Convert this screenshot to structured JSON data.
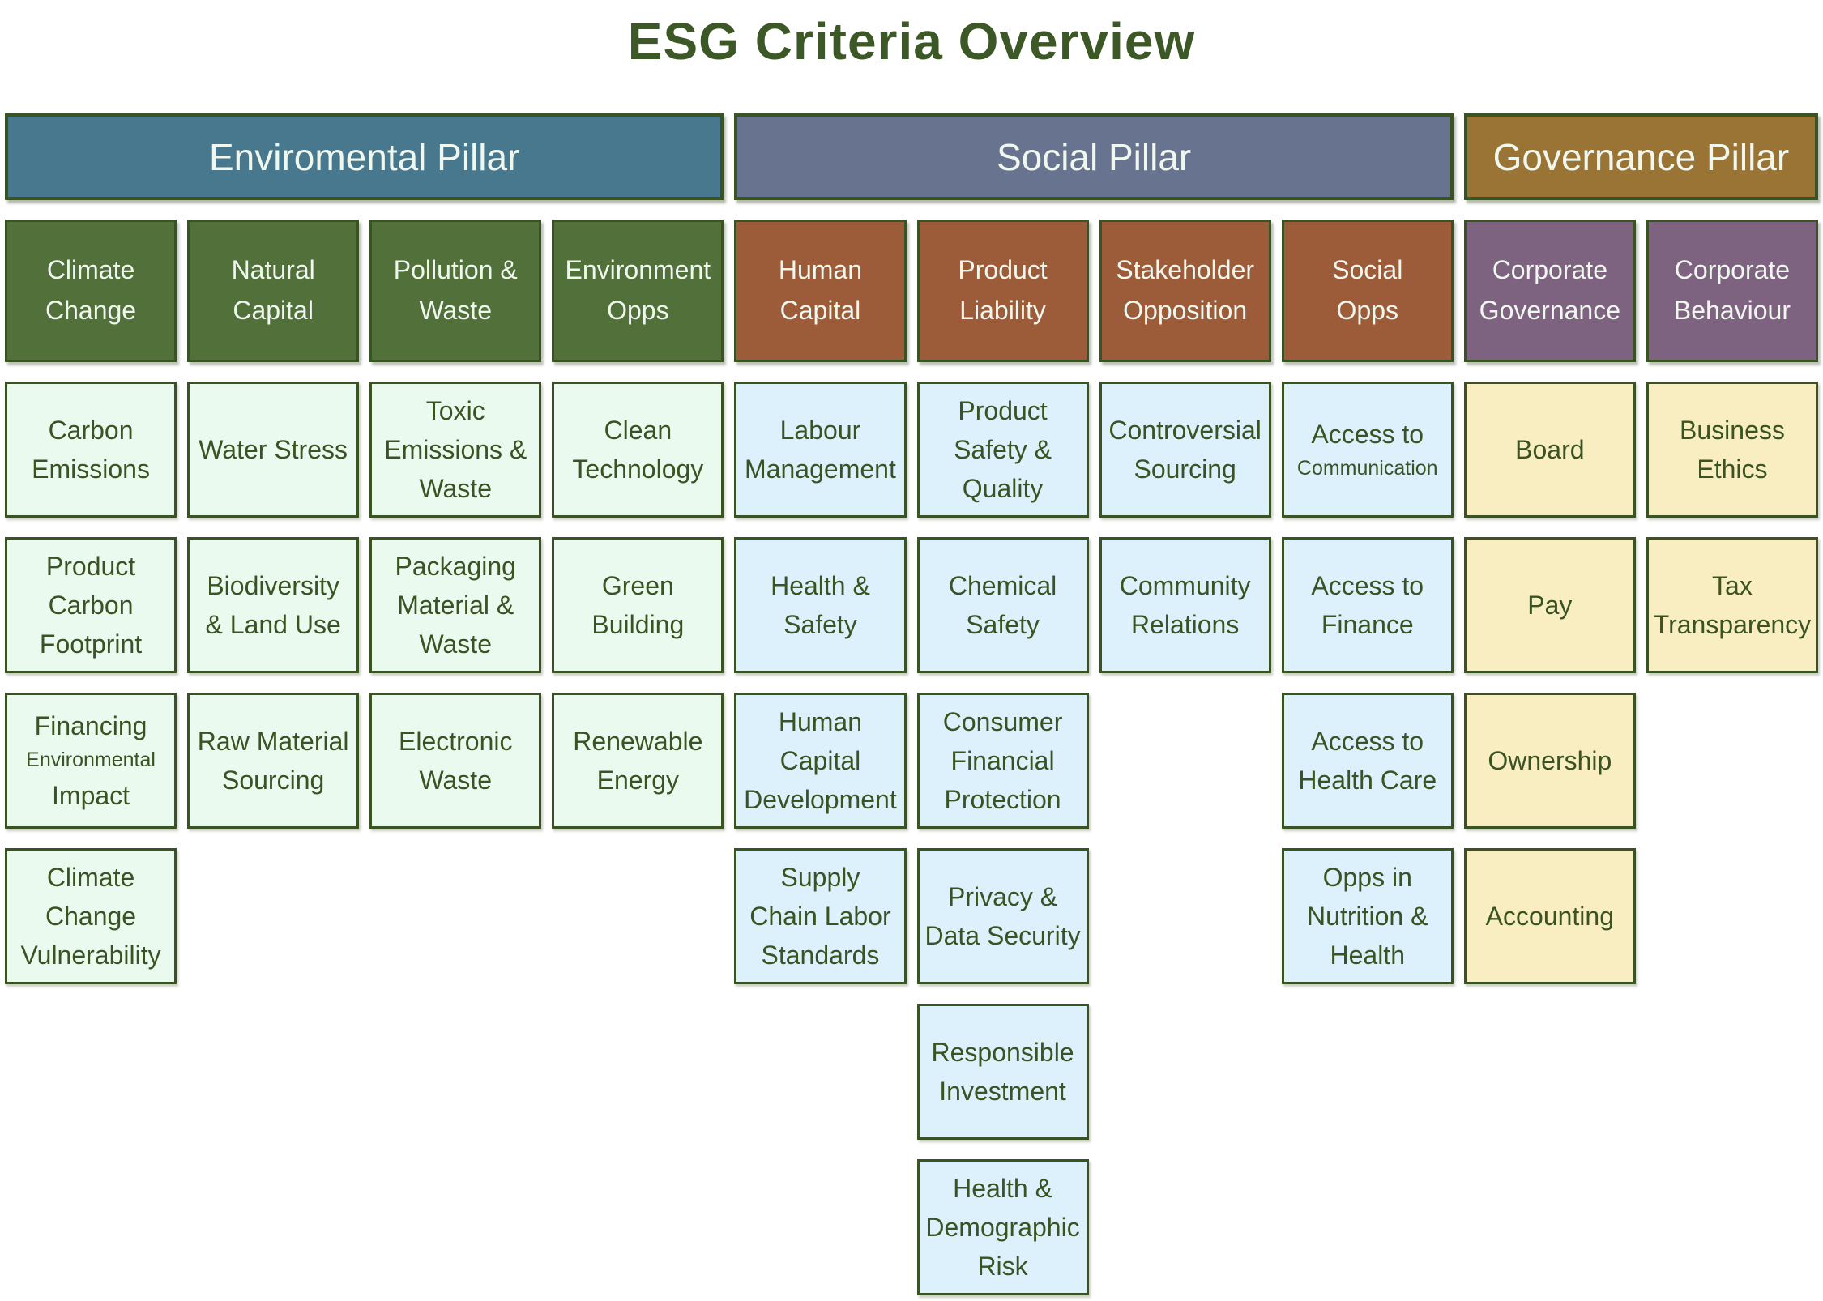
{
  "title": "ESG Criteria Overview",
  "colors": {
    "title_text": "#3C5826",
    "border": "#3A5323",
    "header_text": "#EFF7EE",
    "item_text": "#3A5323",
    "pillar_env": "#47788E",
    "pillar_social": "#68738F",
    "pillar_gov": "#9A7434",
    "cat_env": "#52703A",
    "cat_social": "#9D5C39",
    "cat_gov": "#7E6380",
    "item_env": "#EBFAEE",
    "item_social": "#DDF1FC",
    "item_gov": "#F8EEC2"
  },
  "pillars": [
    {
      "id": "environmental",
      "label": "Enviromental Pillar",
      "col": 1,
      "span": 4,
      "theme": "env"
    },
    {
      "id": "social",
      "label": "Social Pillar",
      "col": 5,
      "span": 4,
      "theme": "social"
    },
    {
      "id": "governance",
      "label": "Governance Pillar",
      "col": 9,
      "span": 2,
      "theme": "gov"
    }
  ],
  "categories": [
    {
      "id": "climate-change",
      "col": 1,
      "theme": "env",
      "lines": [
        "Climate",
        "Change"
      ]
    },
    {
      "id": "natural-capital",
      "col": 2,
      "theme": "env",
      "lines": [
        "Natural",
        "Capital"
      ]
    },
    {
      "id": "pollution-waste",
      "col": 3,
      "theme": "env",
      "lines": [
        "Pollution &",
        "Waste"
      ]
    },
    {
      "id": "environment-opps",
      "col": 4,
      "theme": "env",
      "lines": [
        "Environment",
        "Opps"
      ]
    },
    {
      "id": "human-capital",
      "col": 5,
      "theme": "social",
      "lines": [
        "Human",
        "Capital"
      ]
    },
    {
      "id": "product-liability",
      "col": 6,
      "theme": "social",
      "lines": [
        "Product",
        "Liability"
      ]
    },
    {
      "id": "stakeholder-opposition",
      "col": 7,
      "theme": "social",
      "lines": [
        "Stakeholder",
        "Opposition"
      ]
    },
    {
      "id": "social-opps",
      "col": 8,
      "theme": "social",
      "lines": [
        "Social",
        "Opps"
      ]
    },
    {
      "id": "corporate-governance",
      "col": 9,
      "theme": "gov",
      "lines": [
        "Corporate",
        "Governance"
      ]
    },
    {
      "id": "corporate-behaviour",
      "col": 10,
      "theme": "gov",
      "lines": [
        "Corporate",
        "Behaviour"
      ]
    }
  ],
  "items": [
    {
      "id": "carbon-emissions",
      "col": 1,
      "row": 1,
      "theme": "env",
      "lines": [
        "Carbon",
        "Emissions"
      ],
      "small": []
    },
    {
      "id": "water-stress",
      "col": 2,
      "row": 1,
      "theme": "env",
      "lines": [
        "Water Stress"
      ],
      "small": []
    },
    {
      "id": "toxic-emissions-waste",
      "col": 3,
      "row": 1,
      "theme": "env",
      "lines": [
        "Toxic",
        "Emissions &",
        "Waste"
      ],
      "small": []
    },
    {
      "id": "clean-technology",
      "col": 4,
      "row": 1,
      "theme": "env",
      "lines": [
        "Clean",
        "Technology"
      ],
      "small": []
    },
    {
      "id": "labour-management",
      "col": 5,
      "row": 1,
      "theme": "social",
      "lines": [
        "Labour",
        "Management"
      ],
      "small": []
    },
    {
      "id": "product-safety-quality",
      "col": 6,
      "row": 1,
      "theme": "social",
      "lines": [
        "Product",
        "Safety &",
        "Quality"
      ],
      "small": []
    },
    {
      "id": "controversial-sourcing",
      "col": 7,
      "row": 1,
      "theme": "social",
      "lines": [
        "Controversial",
        "Sourcing"
      ],
      "small": []
    },
    {
      "id": "access-to-communication",
      "col": 8,
      "row": 1,
      "theme": "social",
      "lines": [
        "Access to",
        "Communication"
      ],
      "small": [
        1
      ]
    },
    {
      "id": "board",
      "col": 9,
      "row": 1,
      "theme": "gov",
      "lines": [
        "Board"
      ],
      "small": []
    },
    {
      "id": "business-ethics",
      "col": 10,
      "row": 1,
      "theme": "gov",
      "lines": [
        "Business",
        "Ethics"
      ],
      "small": []
    },
    {
      "id": "product-carbon-footprint",
      "col": 1,
      "row": 2,
      "theme": "env",
      "lines": [
        "Product",
        "Carbon",
        "Footprint"
      ],
      "small": []
    },
    {
      "id": "biodiversity-land-use",
      "col": 2,
      "row": 2,
      "theme": "env",
      "lines": [
        "Biodiversity",
        "& Land Use"
      ],
      "small": []
    },
    {
      "id": "packaging-material-waste",
      "col": 3,
      "row": 2,
      "theme": "env",
      "lines": [
        "Packaging",
        "Material &",
        "Waste"
      ],
      "small": []
    },
    {
      "id": "green-building",
      "col": 4,
      "row": 2,
      "theme": "env",
      "lines": [
        "Green",
        "Building"
      ],
      "small": []
    },
    {
      "id": "health-safety",
      "col": 5,
      "row": 2,
      "theme": "social",
      "lines": [
        "Health &",
        "Safety"
      ],
      "small": []
    },
    {
      "id": "chemical-safety",
      "col": 6,
      "row": 2,
      "theme": "social",
      "lines": [
        "Chemical",
        "Safety"
      ],
      "small": []
    },
    {
      "id": "community-relations",
      "col": 7,
      "row": 2,
      "theme": "social",
      "lines": [
        "Community",
        "Relations"
      ],
      "small": []
    },
    {
      "id": "access-to-finance",
      "col": 8,
      "row": 2,
      "theme": "social",
      "lines": [
        "Access to",
        "Finance"
      ],
      "small": []
    },
    {
      "id": "pay",
      "col": 9,
      "row": 2,
      "theme": "gov",
      "lines": [
        "Pay"
      ],
      "small": []
    },
    {
      "id": "tax-transparency",
      "col": 10,
      "row": 2,
      "theme": "gov",
      "lines": [
        "Tax",
        "Transparency"
      ],
      "small": []
    },
    {
      "id": "financing-environmental-impact",
      "col": 1,
      "row": 3,
      "theme": "env",
      "lines": [
        "Financing",
        "Environmental",
        "Impact"
      ],
      "small": [
        1
      ]
    },
    {
      "id": "raw-material-sourcing",
      "col": 2,
      "row": 3,
      "theme": "env",
      "lines": [
        "Raw Material",
        "Sourcing"
      ],
      "small": []
    },
    {
      "id": "electronic-waste",
      "col": 3,
      "row": 3,
      "theme": "env",
      "lines": [
        "Electronic",
        "Waste"
      ],
      "small": []
    },
    {
      "id": "renewable-energy",
      "col": 4,
      "row": 3,
      "theme": "env",
      "lines": [
        "Renewable",
        "Energy"
      ],
      "small": []
    },
    {
      "id": "human-capital-development",
      "col": 5,
      "row": 3,
      "theme": "social",
      "lines": [
        "Human",
        "Capital",
        "Development"
      ],
      "small": []
    },
    {
      "id": "consumer-financial-protection",
      "col": 6,
      "row": 3,
      "theme": "social",
      "lines": [
        "Consumer",
        "Financial",
        "Protection"
      ],
      "small": []
    },
    {
      "id": "access-to-health-care",
      "col": 8,
      "row": 3,
      "theme": "social",
      "lines": [
        "Access to",
        "Health Care"
      ],
      "small": []
    },
    {
      "id": "ownership",
      "col": 9,
      "row": 3,
      "theme": "gov",
      "lines": [
        "Ownership"
      ],
      "small": []
    },
    {
      "id": "climate-change-vulnerability",
      "col": 1,
      "row": 4,
      "theme": "env",
      "lines": [
        "Climate",
        "Change",
        "Vulnerability"
      ],
      "small": []
    },
    {
      "id": "supply-chain-labor-standards",
      "col": 5,
      "row": 4,
      "theme": "social",
      "lines": [
        "Supply",
        "Chain Labor",
        "Standards"
      ],
      "small": []
    },
    {
      "id": "privacy-data-security",
      "col": 6,
      "row": 4,
      "theme": "social",
      "lines": [
        "Privacy &",
        "Data Security"
      ],
      "small": []
    },
    {
      "id": "opps-in-nutrition-health",
      "col": 8,
      "row": 4,
      "theme": "social",
      "lines": [
        "Opps in",
        "Nutrition &",
        "Health"
      ],
      "small": []
    },
    {
      "id": "accounting",
      "col": 9,
      "row": 4,
      "theme": "gov",
      "lines": [
        "Accounting"
      ],
      "small": []
    },
    {
      "id": "responsible-investment",
      "col": 6,
      "row": 5,
      "theme": "social",
      "lines": [
        "Responsible",
        "Investment"
      ],
      "small": []
    },
    {
      "id": "health-demographic-risk",
      "col": 6,
      "row": 6,
      "theme": "social",
      "lines": [
        "Health &",
        "Demographic",
        "Risk"
      ],
      "small": []
    }
  ]
}
